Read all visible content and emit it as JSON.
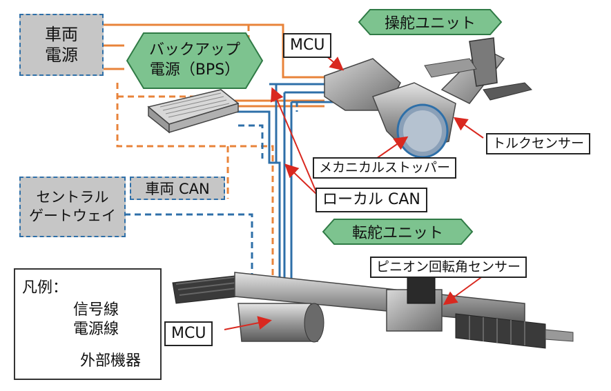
{
  "labels": {
    "steering_unit": "操舵ユニット",
    "backup_power": "バックアップ\n電源（BPS）",
    "vehicle_power": "車両\n電源",
    "mcu_top": "MCU",
    "torque_sensor": "トルクセンサー",
    "mech_stopper": "メカニカルストッパー",
    "local_can": "ローカル CAN",
    "central_gateway": "セントラル\nゲートウェイ",
    "vehicle_can": "車両 CAN",
    "rack_unit": "転舵ユニット",
    "pinion_sensor": "ピニオン回転角センサー",
    "mcu_bottom": "MCU"
  },
  "legend": {
    "title": "凡例：",
    "signal": "信号線",
    "power": "電源線",
    "external": "外部機器"
  },
  "colors": {
    "signal": "#2e6fa8",
    "power": "#e8833a",
    "hex_fill": "#7dc38f",
    "hex_stroke": "#2f7a45",
    "external_fill": "#c6c6c6",
    "arrow": "#d9281f"
  }
}
